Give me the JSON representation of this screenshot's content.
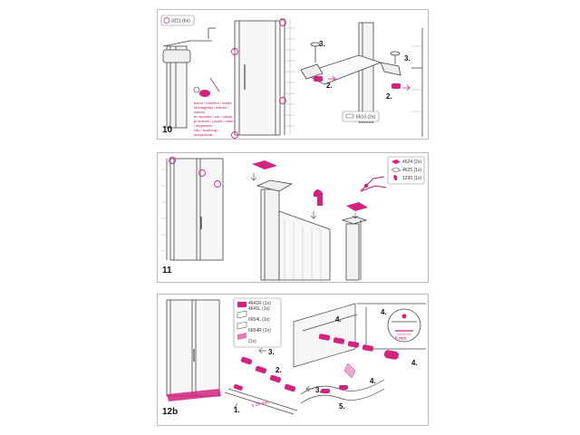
{
  "panels": [
    {
      "step": "10",
      "part_labels": [
        "3211 (6x)",
        "6510 (2x)"
      ],
      "callouts": [
        "3.",
        "2.",
        "3.",
        "2."
      ],
      "note_lines": [
        "écrou / inférieur / inside",
        "Montagetijd / interno / interno",
        "en sécurité / sûr / válido",
        "je smělou / použít / untěr / segúridad",
        "vdy / soufroug / bezpečnost"
      ]
    },
    {
      "step": "11",
      "part_labels": [
        "4624 (2x)",
        "4625 (1x)",
        "1230 (1x)"
      ],
      "callouts": []
    },
    {
      "step": "12b",
      "part_labels": [
        "4641R (1x)",
        "4641L (1x)",
        "6654L (1x)",
        "6654R (1x)",
        "(1x)"
      ],
      "callouts": [
        "3.",
        "2.",
        "1.",
        "3.",
        "4.",
        "4.",
        "5.",
        "4.",
        "4."
      ],
      "measure_labels": [
        "6 mm",
        "≥ 20 mm"
      ]
    }
  ],
  "colors": {
    "accent": "#d4237f",
    "accent_light": "#f0a8cf",
    "line": "#444444",
    "frame": "#b9b9b9"
  }
}
